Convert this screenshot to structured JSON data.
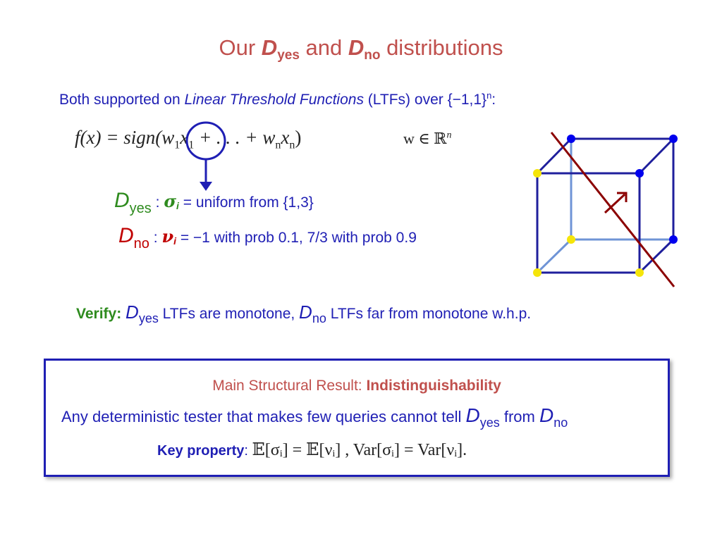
{
  "title": {
    "prefix": "Our ",
    "d_letter": "D",
    "yes_sub": "yes",
    "middle": " and ",
    "no_sub": "no",
    "suffix": " distributions"
  },
  "support": {
    "prefix": "Both supported on ",
    "ltf_italic": "Linear Threshold Functions",
    "middle": " (LTFs) over {−1,1}",
    "sup": "n",
    "suffix": ":"
  },
  "formula": {
    "lhs": "f(x) = sign(w",
    "s1": "1",
    "x1": "x",
    "s1b": "1",
    "mid": " + . . . + w",
    "sn": "n",
    "xn": "x",
    "snb": "n",
    "close": ")",
    "wvec": "w ∈ ℝ",
    "wsup": "n"
  },
  "dyes": {
    "label": "D",
    "sub": "yes",
    "colon": " : ",
    "greek": "σ",
    "greek_sub": "i",
    "eq": " = ",
    "text": "uniform from {1,3}"
  },
  "dno": {
    "label": "D",
    "sub": "no",
    "colon": " : ",
    "greek": "ν",
    "greek_sub": "i",
    "eq": " = ",
    "text": "−1 with prob 0.1,  7/3 with prob 0.9"
  },
  "verify": {
    "label": "Verify:",
    "d1": "D",
    "s1": "yes",
    "t1": " LTFs are monotone, ",
    "d2": "D",
    "s2": "no",
    "t2": " LTFs far from monotone w.h.p."
  },
  "box": {
    "title_prefix": "Main Structural Result: ",
    "title_bold": "Indistinguishability",
    "line2_prefix": "Any deterministic tester that makes few queries cannot tell ",
    "d1": "D",
    "s1": "yes",
    "from": " from ",
    "d2": "D",
    "s2": "no",
    "key_label": "Key property",
    "key_colon": ": ",
    "key_math": "𝔼[σᵢ] = 𝔼[νᵢ] , Var[σᵢ] = Var[νᵢ]."
  },
  "colors": {
    "title": "#c0504d",
    "body_text": "#1f1fb4",
    "green": "#2e8b1e",
    "red": "#c00000",
    "cube_edge": "#1f1f9c",
    "cube_inner_edge": "#6f94d6",
    "vertex_blue": "#0000ee",
    "vertex_yellow": "#f5e50a",
    "cut_line": "#8b0000"
  }
}
